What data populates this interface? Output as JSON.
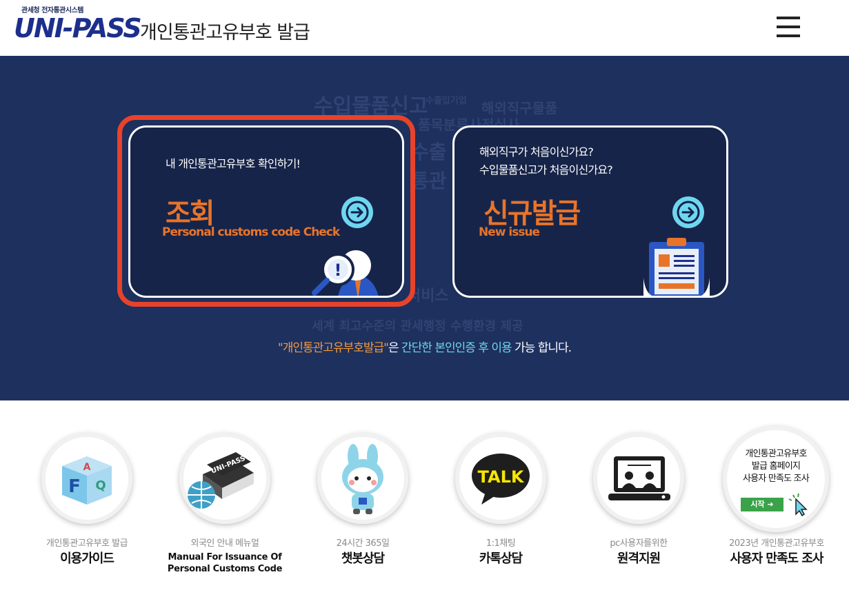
{
  "header": {
    "logo_small": "관세청 전자통관시스템",
    "logo_main": "UNI-PASS",
    "title": "개인통관고유부호 발급",
    "menu_icon": "hamburger-menu-icon"
  },
  "hero": {
    "background_words": [
      "수입물품신고",
      "수출입기업",
      "해외직구물품",
      "품목분류사전심사",
      "수출",
      "통관",
      "서비스",
      "세계 최고수준의 관세행정 수행환경 제공"
    ],
    "cards": [
      {
        "sub": "내 개인통관고유부호 확인하기!",
        "title": "조회",
        "title_en": "Personal customs code Check",
        "arrow_icon": "arrow-right-icon",
        "illustration": "magnifier-person-icon"
      },
      {
        "sub_line1": "해외직구가 처음이신가요?",
        "sub_line2": "수입물품신고가 처음이신가요?",
        "title": "신규발급",
        "title_en": "New issue",
        "arrow_icon": "arrow-right-icon",
        "illustration": "clipboard-icon"
      }
    ],
    "notice": {
      "part1": "\"개인통관고유부호발급\"",
      "part2": "은 ",
      "part3": "간단한 본인인증 후 이용",
      "part4": " 가능 합니다."
    }
  },
  "shortcuts": [
    {
      "icon": "faq-cube-icon",
      "small": "개인통관고유부호 발급",
      "big": "이용가이드"
    },
    {
      "icon": "manual-books-icon",
      "small": "외국인 안내 메뉴얼",
      "en_line1": "Manual For Issuance Of",
      "en_line2": "Personal Customs Code"
    },
    {
      "icon": "chatbot-rabbit-icon",
      "small": "24시간 365일",
      "big": "챗봇상담"
    },
    {
      "icon": "kakao-talk-icon",
      "badge": "TALK",
      "small": "1:1채팅",
      "big": "카톡상담"
    },
    {
      "icon": "remote-support-laptop-icon",
      "small": "pc사용자를위한",
      "big": "원격지원"
    },
    {
      "icon": "survey-icon",
      "survey_line1": "개인통관고유부호",
      "survey_line2": "발급 홈페이지",
      "survey_line3": "사용자 만족도 조사",
      "start_label": "시작",
      "small": "2023년 개인통관고유부호",
      "big": "사용자 만족도 조사"
    }
  ],
  "colors": {
    "hero_bg": "#1e305e",
    "card_bg": "#172449",
    "accent_orange": "#e8742a",
    "highlight_red": "#e8432a",
    "accent_cyan": "#6fd6ef"
  }
}
